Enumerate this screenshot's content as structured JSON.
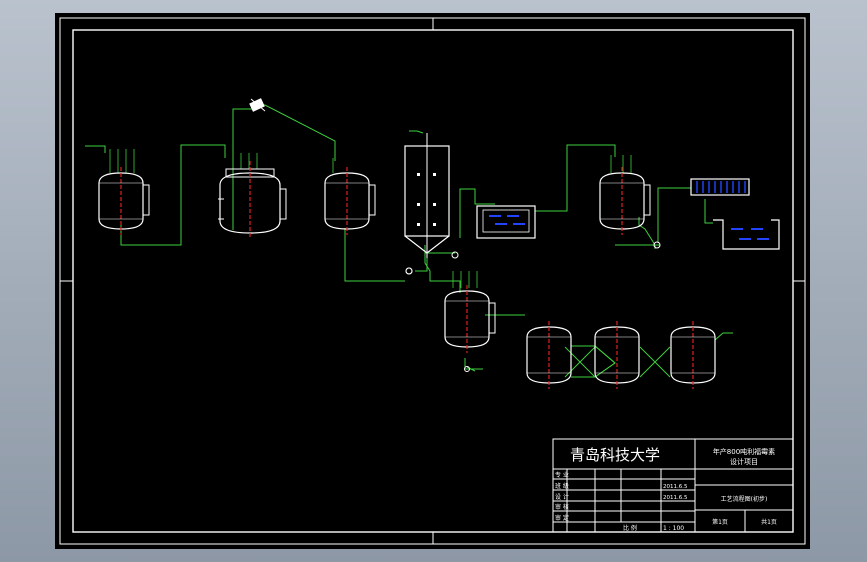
{
  "window": {
    "title": ""
  },
  "colors": {
    "background": "#a6b0bd",
    "sheet": "#000000",
    "frame": "#ffffff",
    "pipe": "#3ecf3e",
    "axis": "#e02020",
    "water": "#2244ff"
  },
  "title_block": {
    "school": "青岛科技大学",
    "project_line1": "年产800吨利福霉素",
    "project_line2": "设计项目",
    "drawing_name": "工艺流程图(初步)",
    "scale": "1 : 100",
    "sheet_no": "第1页",
    "sheet_total": "共1页",
    "rows": [
      {
        "role": "专 业",
        "name": "",
        "extra": "",
        "date": ""
      },
      {
        "role": "班 级",
        "name": "",
        "extra": "",
        "date": "2011.6.5"
      },
      {
        "role": "设 计",
        "name": "",
        "extra": "",
        "date": "2011.6.5"
      },
      {
        "role": "审 核",
        "name": "",
        "extra": "",
        "date": ""
      },
      {
        "role": "审 定",
        "name": "",
        "extra": "",
        "date": ""
      }
    ],
    "row_labels": [
      "比 例"
    ],
    "labels": {
      "school": "",
      "scale_label": "比 例"
    }
  },
  "equipment": [
    {
      "id": "tank1",
      "name": "",
      "label": ""
    },
    {
      "id": "reactor",
      "name": "",
      "label": ""
    },
    {
      "id": "tank3",
      "name": "",
      "label": ""
    },
    {
      "id": "column",
      "name": "",
      "label": ""
    },
    {
      "id": "basin1",
      "name": "",
      "label": ""
    },
    {
      "id": "tank5",
      "name": "",
      "label": ""
    },
    {
      "id": "filter",
      "name": "",
      "label": ""
    },
    {
      "id": "basin2",
      "name": "",
      "label": ""
    },
    {
      "id": "tank6",
      "name": "",
      "label": ""
    },
    {
      "id": "tank7",
      "name": "",
      "label": ""
    },
    {
      "id": "tank8",
      "name": "",
      "label": ""
    },
    {
      "id": "tank9",
      "name": "",
      "label": ""
    }
  ]
}
